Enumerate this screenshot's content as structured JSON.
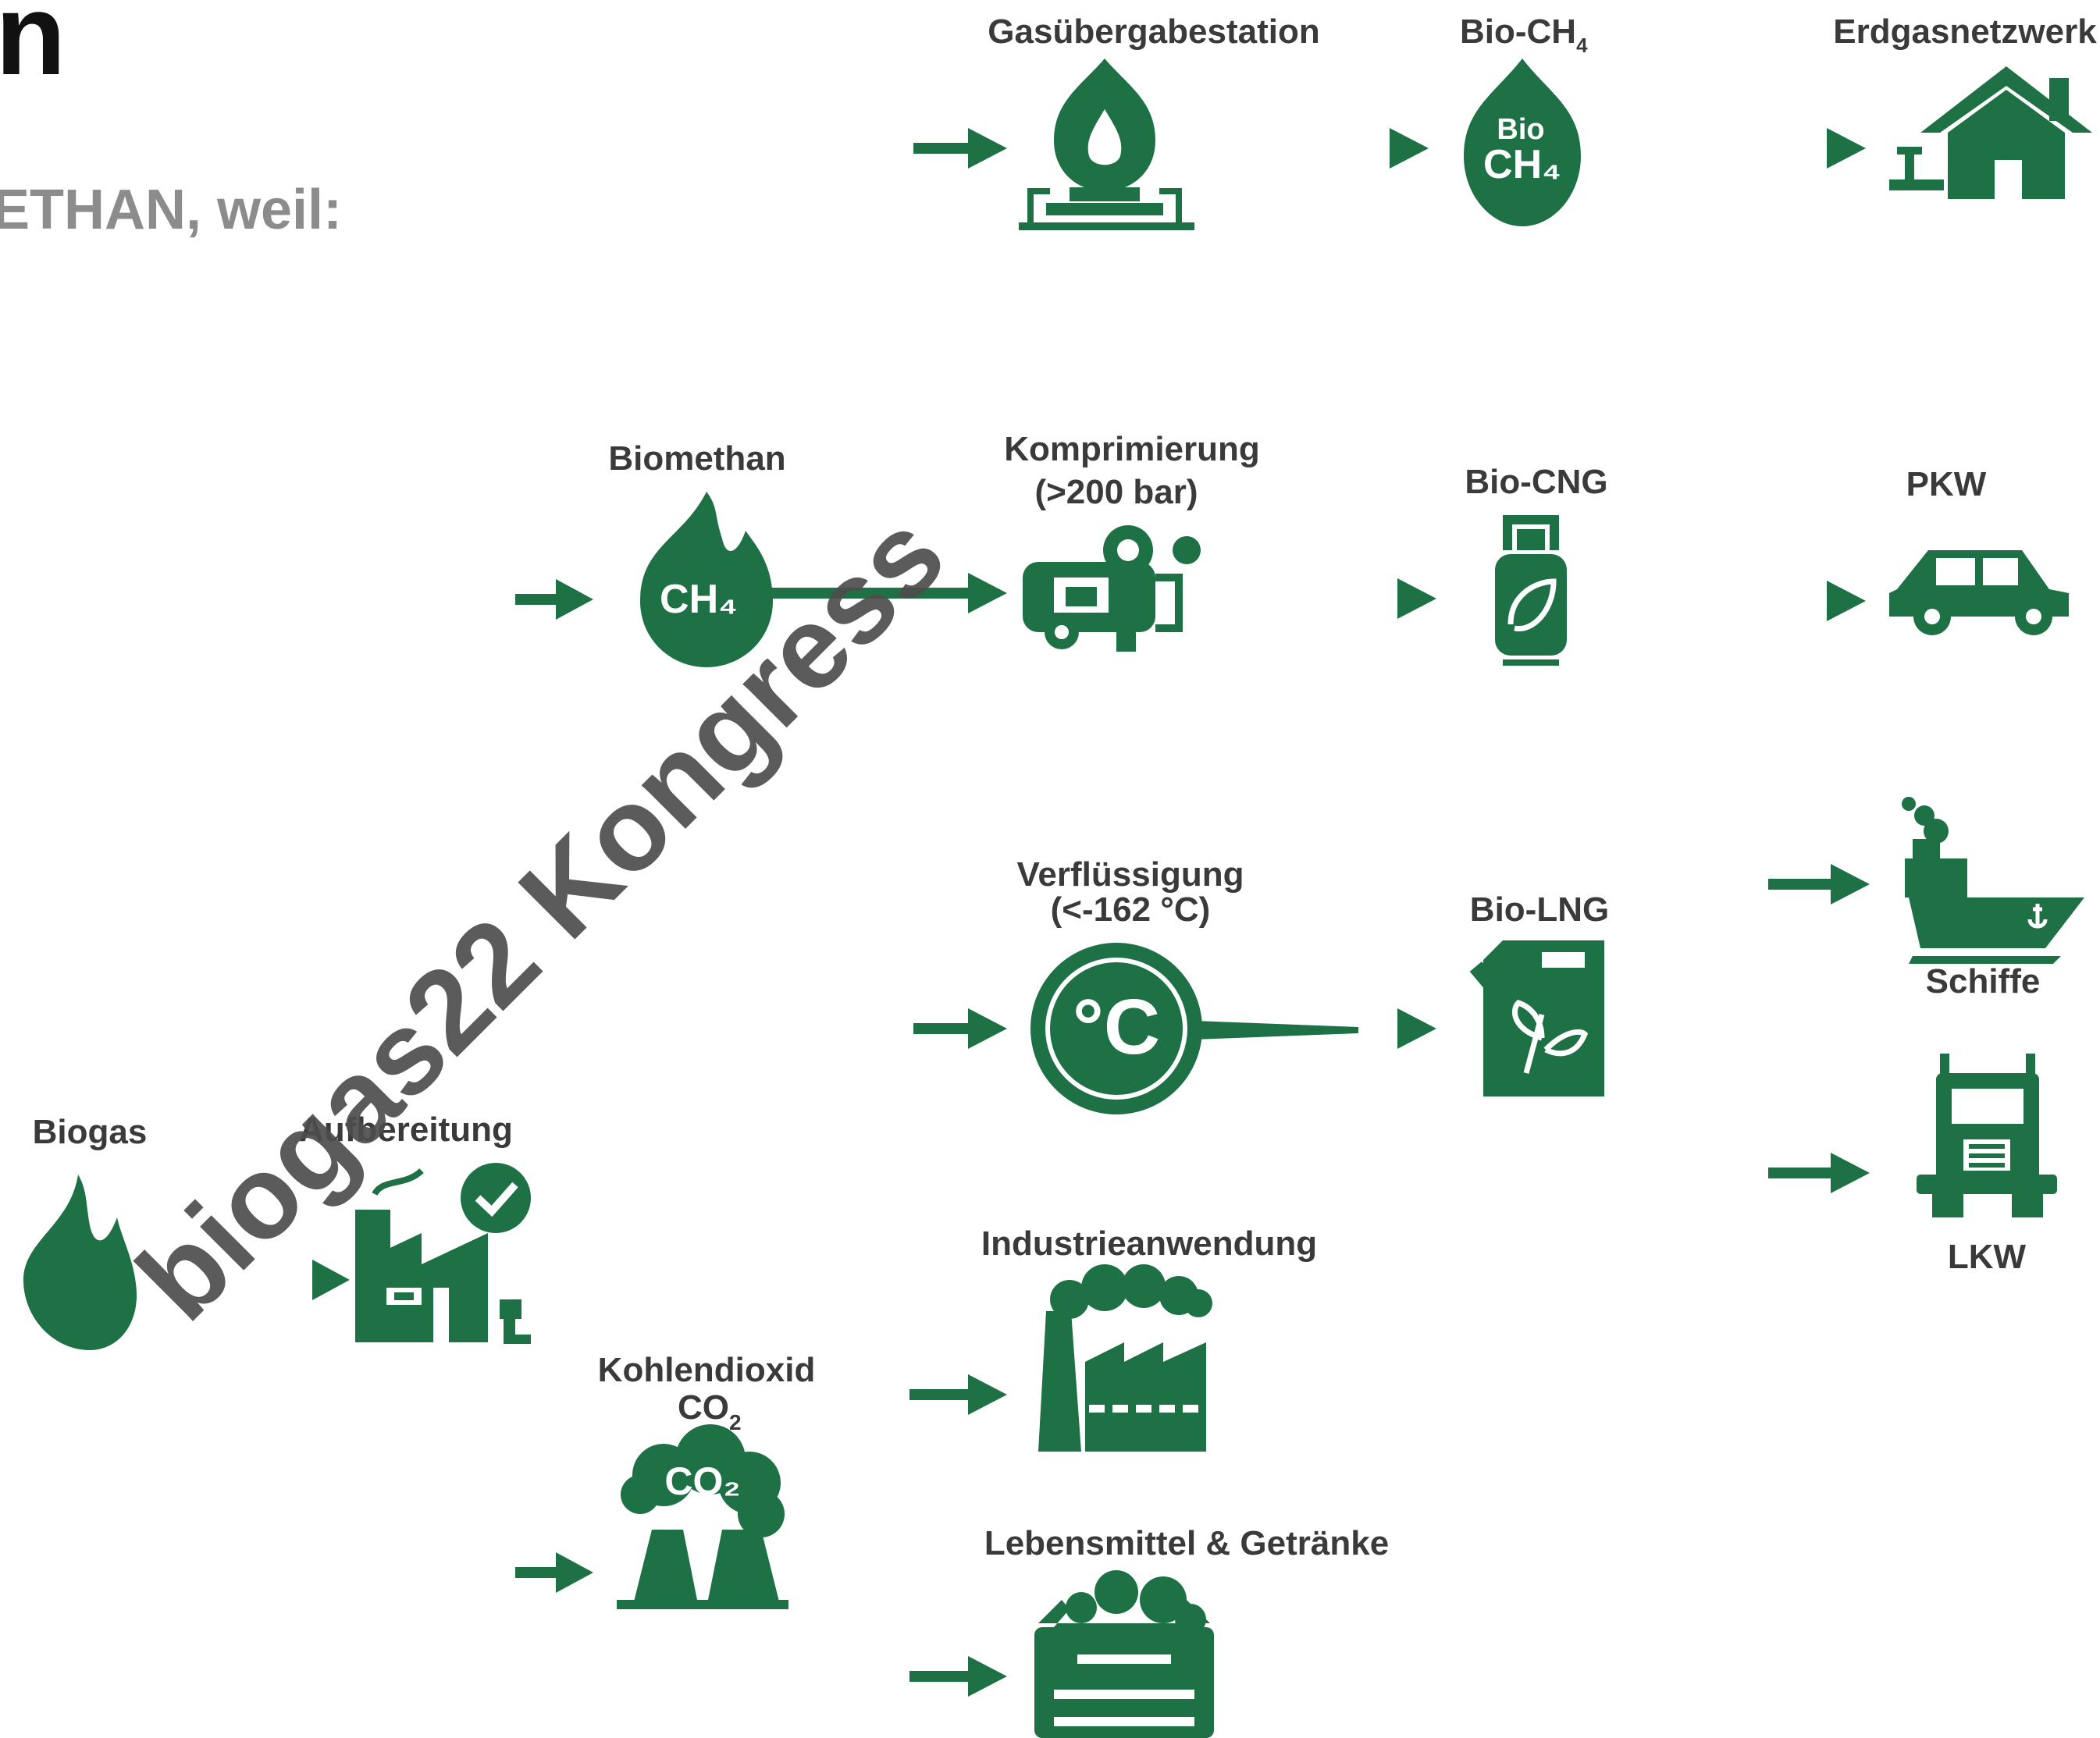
{
  "header": {
    "title": "n",
    "subtitle": "ETHAN, weil:"
  },
  "labels": {
    "biogas": "Biogas",
    "aufbereitung": "Aufbereitung",
    "biomethan": "Biomethan",
    "kohlendioxid": "Kohlendioxid",
    "co2_label_main": "CO",
    "co2_label_sub": "2",
    "gasuebergabestation": "Gasübergabestation",
    "bio_ch4_label_main": "Bio-CH",
    "bio_ch4_label_sub": "4",
    "erdgasnetzwerk": "Erdgasnetzwerk",
    "komprimierung_1": "Komprimierung",
    "komprimierung_2": "(>200 bar)",
    "bio_cng": "Bio-CNG",
    "pkw": "PKW",
    "verfluessigung_1": "Verflüssigung",
    "verfluessigung_2": "(<-162 °C)",
    "bio_lng": "Bio-LNG",
    "schiffe": "Schiffe",
    "lkw": "LKW",
    "industrieanwendung": "Industrieanwendung",
    "lebensmittel": "Lebensmittel & Getränke"
  },
  "icon_text": {
    "ch4": "CH₄",
    "bio": "Bio",
    "co2": "CO₂",
    "celsius": "°C"
  },
  "watermark": "biogas22 Kongress",
  "colors": {
    "primary_green": "#1e7145",
    "label_text": "#3a3a3a",
    "subtitle": "#8c8c8c",
    "watermark": "#4d4d4d"
  }
}
